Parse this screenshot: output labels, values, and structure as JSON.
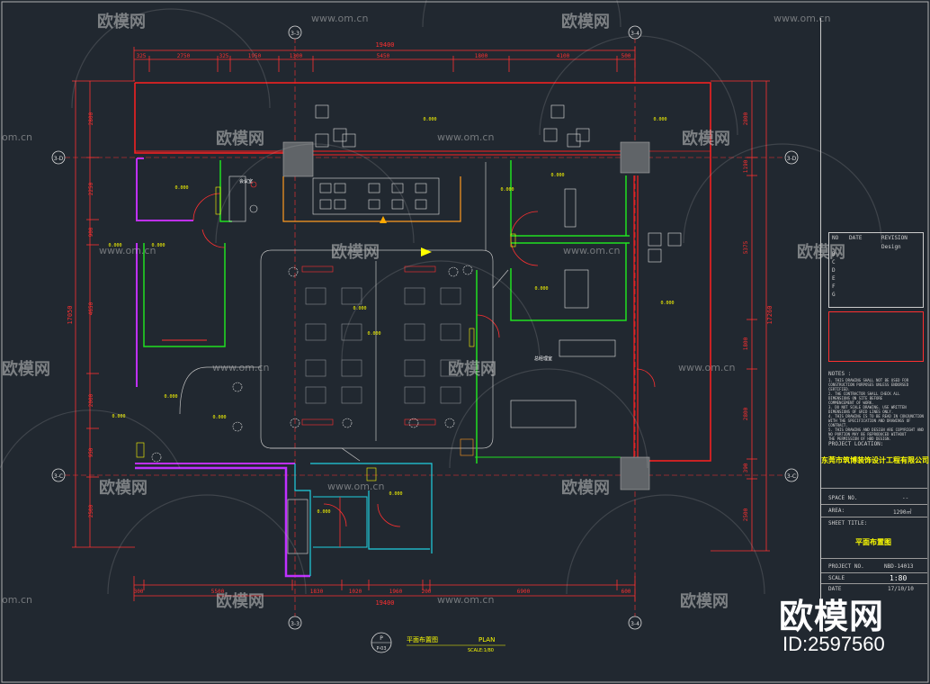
{
  "watermark": {
    "logo_text": "欧模网",
    "url": "www.om.cn",
    "url_short": "om.cn",
    "big_text": "欧模网",
    "id_text": "ID:2597560"
  },
  "grid_labels": {
    "top_left": "3-3",
    "top_right": "3-4",
    "left_upper": "3-D",
    "right_upper": "3-D",
    "left_lower": "3-C",
    "right_lower": "3-C",
    "bottom_left": "3-3",
    "bottom_right": "3-4"
  },
  "dimensions": {
    "top_total": "19400",
    "top_segments": [
      "325",
      "2750",
      "325",
      "1950",
      "1300",
      "5450",
      "1800",
      "4100",
      "500"
    ],
    "bottom_total": "19400",
    "bottom_segments": [
      "300",
      "5500",
      "1830",
      "1020",
      "1960",
      "200",
      "6900",
      "600"
    ],
    "left_total": "17050",
    "left_segments": [
      "2800",
      "2250",
      "900",
      "4650",
      "2000",
      "950",
      "2500"
    ],
    "right_total": "17260",
    "right_segments": [
      "2800",
      "1190",
      "5375",
      "1800",
      "2800",
      "390",
      "2500"
    ]
  },
  "levels": {
    "mark": "0.000"
  },
  "rooms": {
    "meeting": "会议室",
    "reception": "总经理室"
  },
  "title_block": {
    "no_header": "NO",
    "date_header": "DATE",
    "revision_header": "REVISION",
    "rev_first": "Design",
    "rev_letters": [
      "B",
      "C",
      "D",
      "E",
      "F",
      "G"
    ],
    "notes_label": "NOTES :",
    "notes": [
      "1. THIS DRAWING SHALL NOT BE USED FOR",
      "   CONSTRUCTION PURPOSES UNLESS ENDORSED",
      "   CERTIFIED.",
      "2. THE CONTRACTOR SHALL CHECK ALL",
      "   DIMENSIONS ON SITE BEFORE",
      "   COMMENCEMENT OF WORK.",
      "3. DO NOT SCALE DRAWING. USE WRITTEN",
      "   DIMENSIONS OF GRID LINES ONLY.",
      "4. THIS DRAWING IS TO BE READ IN CONJUNCTION",
      "   WITH THE SPECIFICATION AND DRAWINGS OF",
      "   CONTRACT.",
      "5. THIS DRAWING AND DESIGN ARE COPYRIGHT AND",
      "   NO PORTION MAY BE REPRODUCED WITHOUT",
      "   THE PERMISSION OF HBD DESIGN."
    ],
    "project_location_label": "PROJECT  LOCATION:",
    "company": "东莞市筑博装饰设计工程有限公司",
    "space_no_label": "SPACE NO.",
    "space_no_value": "--",
    "area_label": "AREA:",
    "area_value": "1290㎡",
    "sheet_title_label": "SHEET TITLE:",
    "sheet_title": "平面布置图",
    "project_no_label": "PROJECT NO.",
    "project_no_value": "NBD-14013",
    "scale_label": "SCALE",
    "scale_value": "1:80",
    "date_label": "DATE",
    "date_value": "17/10/10"
  },
  "plan_title": {
    "code_top": "P",
    "code_bottom": "P-03",
    "title_cn": "平面布置图",
    "title_en": "PLAN",
    "scale": "SCALE:1/80"
  },
  "colors": {
    "background": "#212830",
    "wall_red": "#ff2020",
    "wall_green": "#20e020",
    "wall_magenta": "#c030ff",
    "wall_cyan": "#20d0e0",
    "dim_red": "#ff3030",
    "furniture_white": "#e0e0e0",
    "title_yellow": "#ffff00"
  }
}
